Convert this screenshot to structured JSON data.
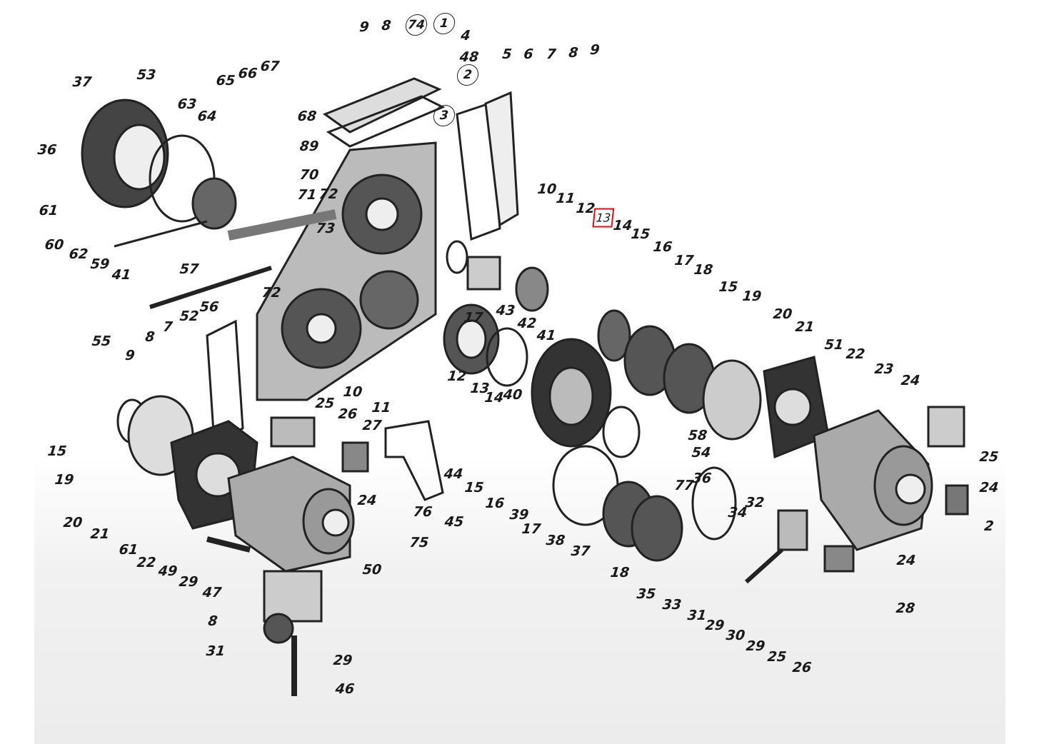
{
  "diagram": {
    "type": "exploded-parts-drawing",
    "highlighted_part": "13",
    "highlight_color": "#e01010",
    "part_labels": [
      "9",
      "8",
      "74",
      "1",
      "4",
      "48",
      "2",
      "5",
      "6",
      "7",
      "8",
      "9",
      "3",
      "37",
      "53",
      "65",
      "66",
      "67",
      "63",
      "64",
      "68",
      "36",
      "89",
      "70",
      "71",
      "72",
      "61",
      "73",
      "60",
      "62",
      "59",
      "41",
      "57",
      "55",
      "72",
      "56",
      "52",
      "7",
      "8",
      "9",
      "10",
      "11",
      "12",
      "13",
      "14",
      "15",
      "16",
      "17",
      "18",
      "15",
      "19",
      "20",
      "21",
      "51",
      "22",
      "23",
      "24",
      "17",
      "43",
      "42",
      "41",
      "40",
      "10",
      "11",
      "12",
      "13",
      "14",
      "15",
      "19",
      "20",
      "21",
      "61",
      "22",
      "25",
      "26",
      "27",
      "44",
      "24",
      "76",
      "45",
      "75",
      "15",
      "16",
      "39",
      "17",
      "38",
      "37",
      "18",
      "58",
      "54",
      "36",
      "77",
      "32",
      "34",
      "35",
      "33",
      "31",
      "29",
      "30",
      "29",
      "25",
      "26",
      "28",
      "24",
      "25",
      "24",
      "2",
      "49",
      "29",
      "47",
      "50",
      "8",
      "31",
      "29",
      "46"
    ]
  }
}
